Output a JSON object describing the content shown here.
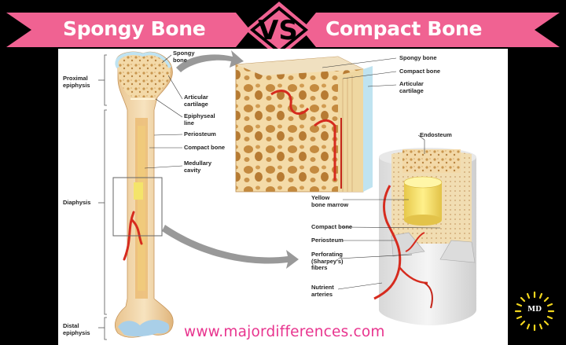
{
  "banner": {
    "left_title": "Spongy Bone",
    "vs": "VS",
    "right_title": "Compact Bone",
    "accent": "#f06292"
  },
  "labels": {
    "spongy_bone": "Spongy\nbone",
    "proximal_epiphysis": "Proximal\nepiphysis",
    "articular_cartilage": "Articular\ncartilage",
    "epiphyseal_line": "Epiphyseal\nline",
    "periosteum": "Periosteum",
    "compact_bone": "Compact bone",
    "medullary_cavity": "Medullary\ncavity",
    "diaphysis": "Diaphysis",
    "distal_epiphysis": "Distal\nepiphysis",
    "top_spongy_bone": "Spongy bone",
    "top_compact_bone": "Compact bone",
    "top_articular_cartilage": "Articular\ncartilage",
    "endosteum": "Endosteum",
    "yellow_bone_marrow": "Yellow\nbone marrow",
    "lower_compact_bone": "Compact bone",
    "lower_periosteum": "Periosteum",
    "perforating_fibers": "Perforating\n(Sharpey's)\nfibers",
    "nutrient_arteries": "Nutrient\narteries"
  },
  "footer": {
    "url": "www.majordifferences.com",
    "badge": "MD"
  }
}
